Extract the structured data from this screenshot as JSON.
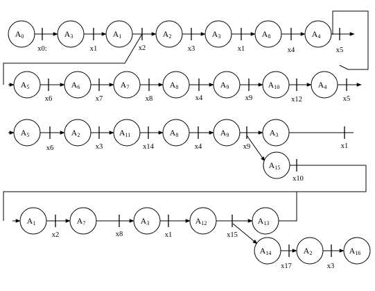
{
  "nodes": [
    {
      "id": "r1n1",
      "letter": "A",
      "sub": "0"
    },
    {
      "id": "r1n2",
      "letter": "A",
      "sub": "3"
    },
    {
      "id": "r1n3",
      "letter": "A",
      "sub": "1"
    },
    {
      "id": "r1n4",
      "letter": "A",
      "sub": "2"
    },
    {
      "id": "r1n5",
      "letter": "A",
      "sub": "3"
    },
    {
      "id": "r1n6",
      "letter": "A",
      "sub": "8"
    },
    {
      "id": "r1n7",
      "letter": "A",
      "sub": "4"
    },
    {
      "id": "r2n1",
      "letter": "A",
      "sub": "5"
    },
    {
      "id": "r2n2",
      "letter": "A",
      "sub": "6"
    },
    {
      "id": "r2n3",
      "letter": "A",
      "sub": "7"
    },
    {
      "id": "r2n4",
      "letter": "A",
      "sub": "8"
    },
    {
      "id": "r2n5",
      "letter": "A",
      "sub": "9"
    },
    {
      "id": "r2n6",
      "letter": "A",
      "sub": "10"
    },
    {
      "id": "r2n7",
      "letter": "A",
      "sub": "4"
    },
    {
      "id": "r3n1",
      "letter": "A",
      "sub": "5"
    },
    {
      "id": "r3n2",
      "letter": "A",
      "sub": "2"
    },
    {
      "id": "r3n3",
      "letter": "A",
      "sub": "11"
    },
    {
      "id": "r3n4",
      "letter": "A",
      "sub": "8"
    },
    {
      "id": "r3n5",
      "letter": "A",
      "sub": "9"
    },
    {
      "id": "r3n6",
      "letter": "A",
      "sub": "3"
    },
    {
      "id": "r3n7",
      "letter": "A",
      "sub": "15"
    },
    {
      "id": "r4n1",
      "letter": "A",
      "sub": "1"
    },
    {
      "id": "r4n2",
      "letter": "A",
      "sub": "7"
    },
    {
      "id": "r4n3",
      "letter": "A",
      "sub": "3"
    },
    {
      "id": "r4n4",
      "letter": "A",
      "sub": "12"
    },
    {
      "id": "r4n5",
      "letter": "A",
      "sub": "13"
    },
    {
      "id": "r4n6",
      "letter": "A",
      "sub": "14"
    },
    {
      "id": "r4n7",
      "letter": "A",
      "sub": "2"
    },
    {
      "id": "r4n8",
      "letter": "A",
      "sub": "16"
    }
  ],
  "transitions": [
    {
      "id": "t1",
      "letter": "x",
      "sub": "0",
      "sep": ":"
    },
    {
      "id": "t2",
      "letter": "x",
      "sub": "1",
      "sep": ""
    },
    {
      "id": "t3",
      "letter": "x",
      "sub": "2",
      "sep": ""
    },
    {
      "id": "t4",
      "letter": "x",
      "sub": "3",
      "sep": ""
    },
    {
      "id": "t5",
      "letter": "x",
      "sub": "1",
      "sep": ""
    },
    {
      "id": "t6",
      "letter": "x",
      "sub": "4",
      "sep": ""
    },
    {
      "id": "t7",
      "letter": "x",
      "sub": "5",
      "sep": ""
    },
    {
      "id": "t8",
      "letter": "x",
      "sub": "6",
      "sep": ""
    },
    {
      "id": "t9",
      "letter": "x",
      "sub": "7",
      "sep": ""
    },
    {
      "id": "t10",
      "letter": "x",
      "sub": "8",
      "sep": ""
    },
    {
      "id": "t11",
      "letter": "x",
      "sub": "4",
      "sep": ""
    },
    {
      "id": "t12",
      "letter": "x",
      "sub": "9",
      "sep": ""
    },
    {
      "id": "t13",
      "letter": "x",
      "sub": "12",
      "sep": ""
    },
    {
      "id": "t14",
      "letter": "x",
      "sub": "5",
      "sep": ""
    },
    {
      "id": "t15",
      "letter": "x",
      "sub": "6",
      "sep": ""
    },
    {
      "id": "t16",
      "letter": "x",
      "sub": "3",
      "sep": ""
    },
    {
      "id": "t17",
      "letter": "x",
      "sub": "14",
      "sep": ""
    },
    {
      "id": "t18",
      "letter": "x",
      "sub": "4",
      "sep": ""
    },
    {
      "id": "t19",
      "letter": "x",
      "sub": "9",
      "sep": ""
    },
    {
      "id": "t20",
      "letter": "x",
      "sub": "1",
      "sep": ""
    },
    {
      "id": "t21",
      "letter": "x",
      "sub": "10",
      "sep": ""
    },
    {
      "id": "t22",
      "letter": "x",
      "sub": "2",
      "sep": ""
    },
    {
      "id": "t23",
      "letter": "x",
      "sub": "8",
      "sep": ""
    },
    {
      "id": "t24",
      "letter": "x",
      "sub": "1",
      "sep": ""
    },
    {
      "id": "t25",
      "letter": "x",
      "sub": "15",
      "sep": ""
    },
    {
      "id": "t26",
      "letter": "x",
      "sub": "17",
      "sep": ""
    },
    {
      "id": "t27",
      "letter": "x",
      "sub": "3",
      "sep": ""
    }
  ],
  "colors": {
    "stroke": "#000000",
    "node_fill": "#ffffff",
    "background": "#ffffff"
  }
}
